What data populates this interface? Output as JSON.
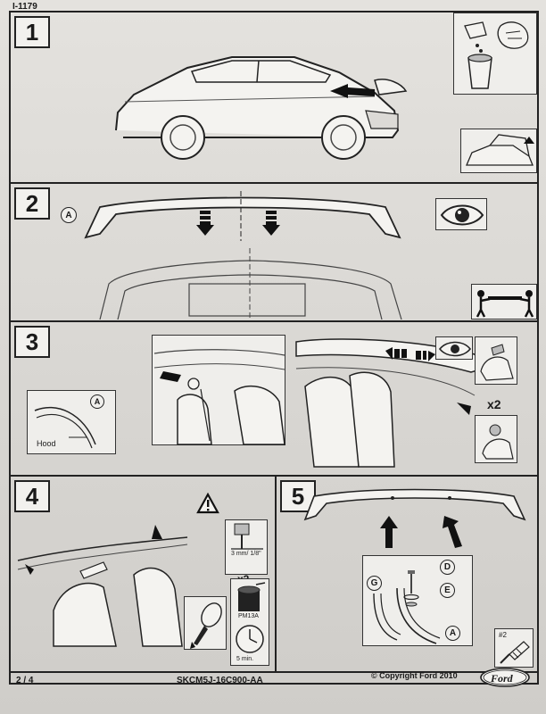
{
  "document": {
    "id": "I-1179",
    "page": "2 / 4",
    "part_number": "SKCM5J-16C900-AA",
    "copyright": "© Copyright Ford 2010",
    "brand": "Ford"
  },
  "steps": [
    {
      "number": "1"
    },
    {
      "number": "2",
      "callout": "A"
    },
    {
      "number": "3",
      "callout": "A",
      "hood_label": "Hood",
      "multiplier": "x2"
    },
    {
      "number": "4",
      "drill_size": "3 mm/ 1/8\"",
      "multiplier": "x2",
      "product": "PM13A",
      "time": "5 min."
    },
    {
      "number": "5",
      "callouts": [
        "G",
        "D",
        "E",
        "A"
      ],
      "tool": "#2"
    }
  ]
}
